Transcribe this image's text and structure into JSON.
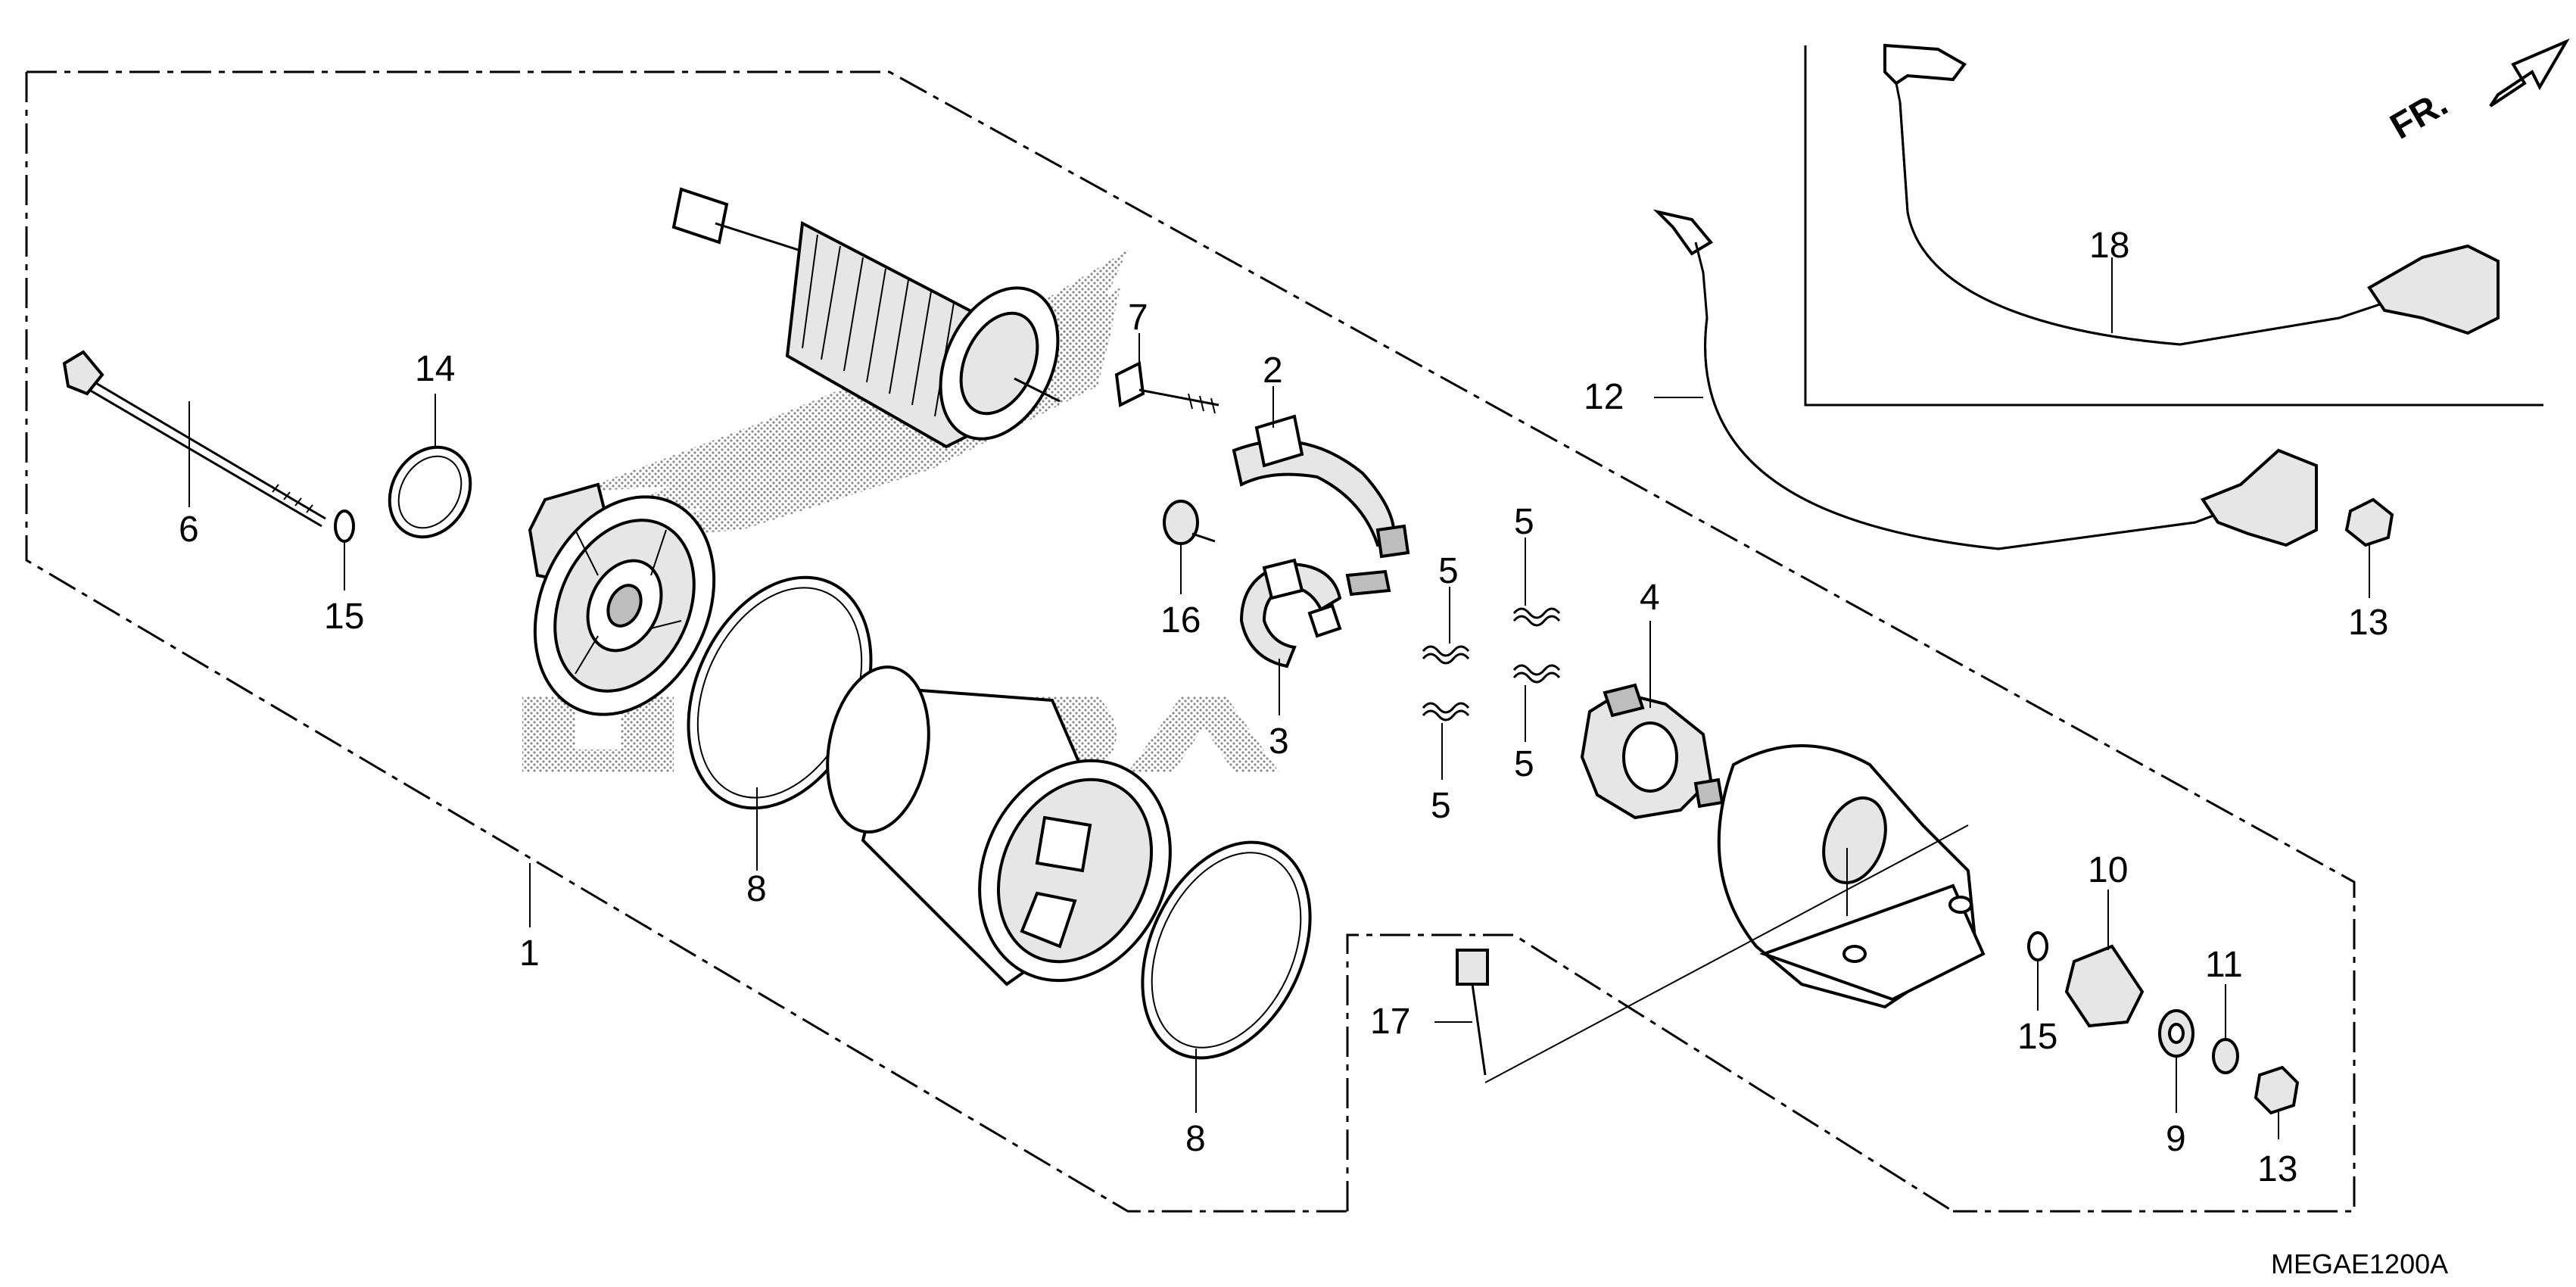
{
  "diagram_code": "MEGAE1200A",
  "direction_label": "FR.",
  "callouts": {
    "c1": "1",
    "c2": "2",
    "c3": "3",
    "c4": "4",
    "c5a": "5",
    "c5b": "5",
    "c5c": "5",
    "c5d": "5",
    "c6": "6",
    "c7": "7",
    "c8a": "8",
    "c8b": "8",
    "c9": "9",
    "c10": "10",
    "c11": "11",
    "c12": "12",
    "c13a": "13",
    "c13b": "13",
    "c14": "14",
    "c15a": "15",
    "c15b": "15",
    "c16": "16",
    "c17": "17",
    "c18": "18"
  },
  "icons": {
    "direction_arrow": "arrow-right-up-icon",
    "watermark": "honda-wing-logo"
  }
}
